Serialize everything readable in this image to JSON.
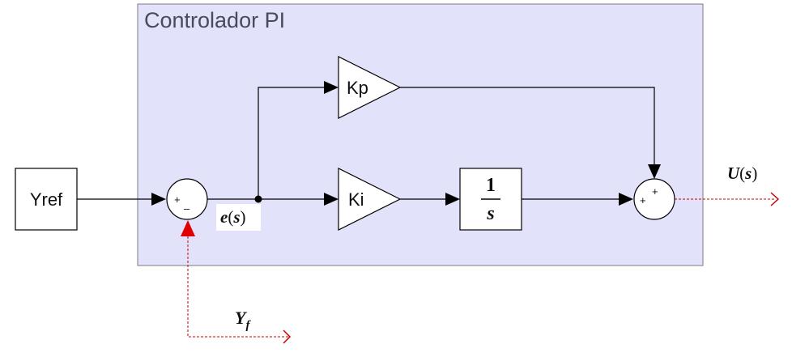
{
  "area": {
    "title": "Controlador PI",
    "fill": "#e2e2fa",
    "border": "#7a7a84"
  },
  "blocks": {
    "yref": "Yref",
    "kp": "Kp",
    "ki": "Ki",
    "integrator": {
      "numerator": "1",
      "denominator": "s"
    }
  },
  "signals": {
    "error": {
      "symbol": "e",
      "open": "(",
      "arg": "s",
      "close": ")"
    },
    "output": {
      "symbol": "U",
      "open": "(",
      "arg": "s",
      "close": ")"
    },
    "feedback": {
      "symbol": "Y",
      "subscript": "f"
    }
  },
  "sum1": {
    "signs": [
      "+",
      "–"
    ]
  },
  "sum2": {
    "signs": [
      "+",
      "+"
    ]
  },
  "colors": {
    "line": "#000000",
    "port": "#cc0000"
  }
}
